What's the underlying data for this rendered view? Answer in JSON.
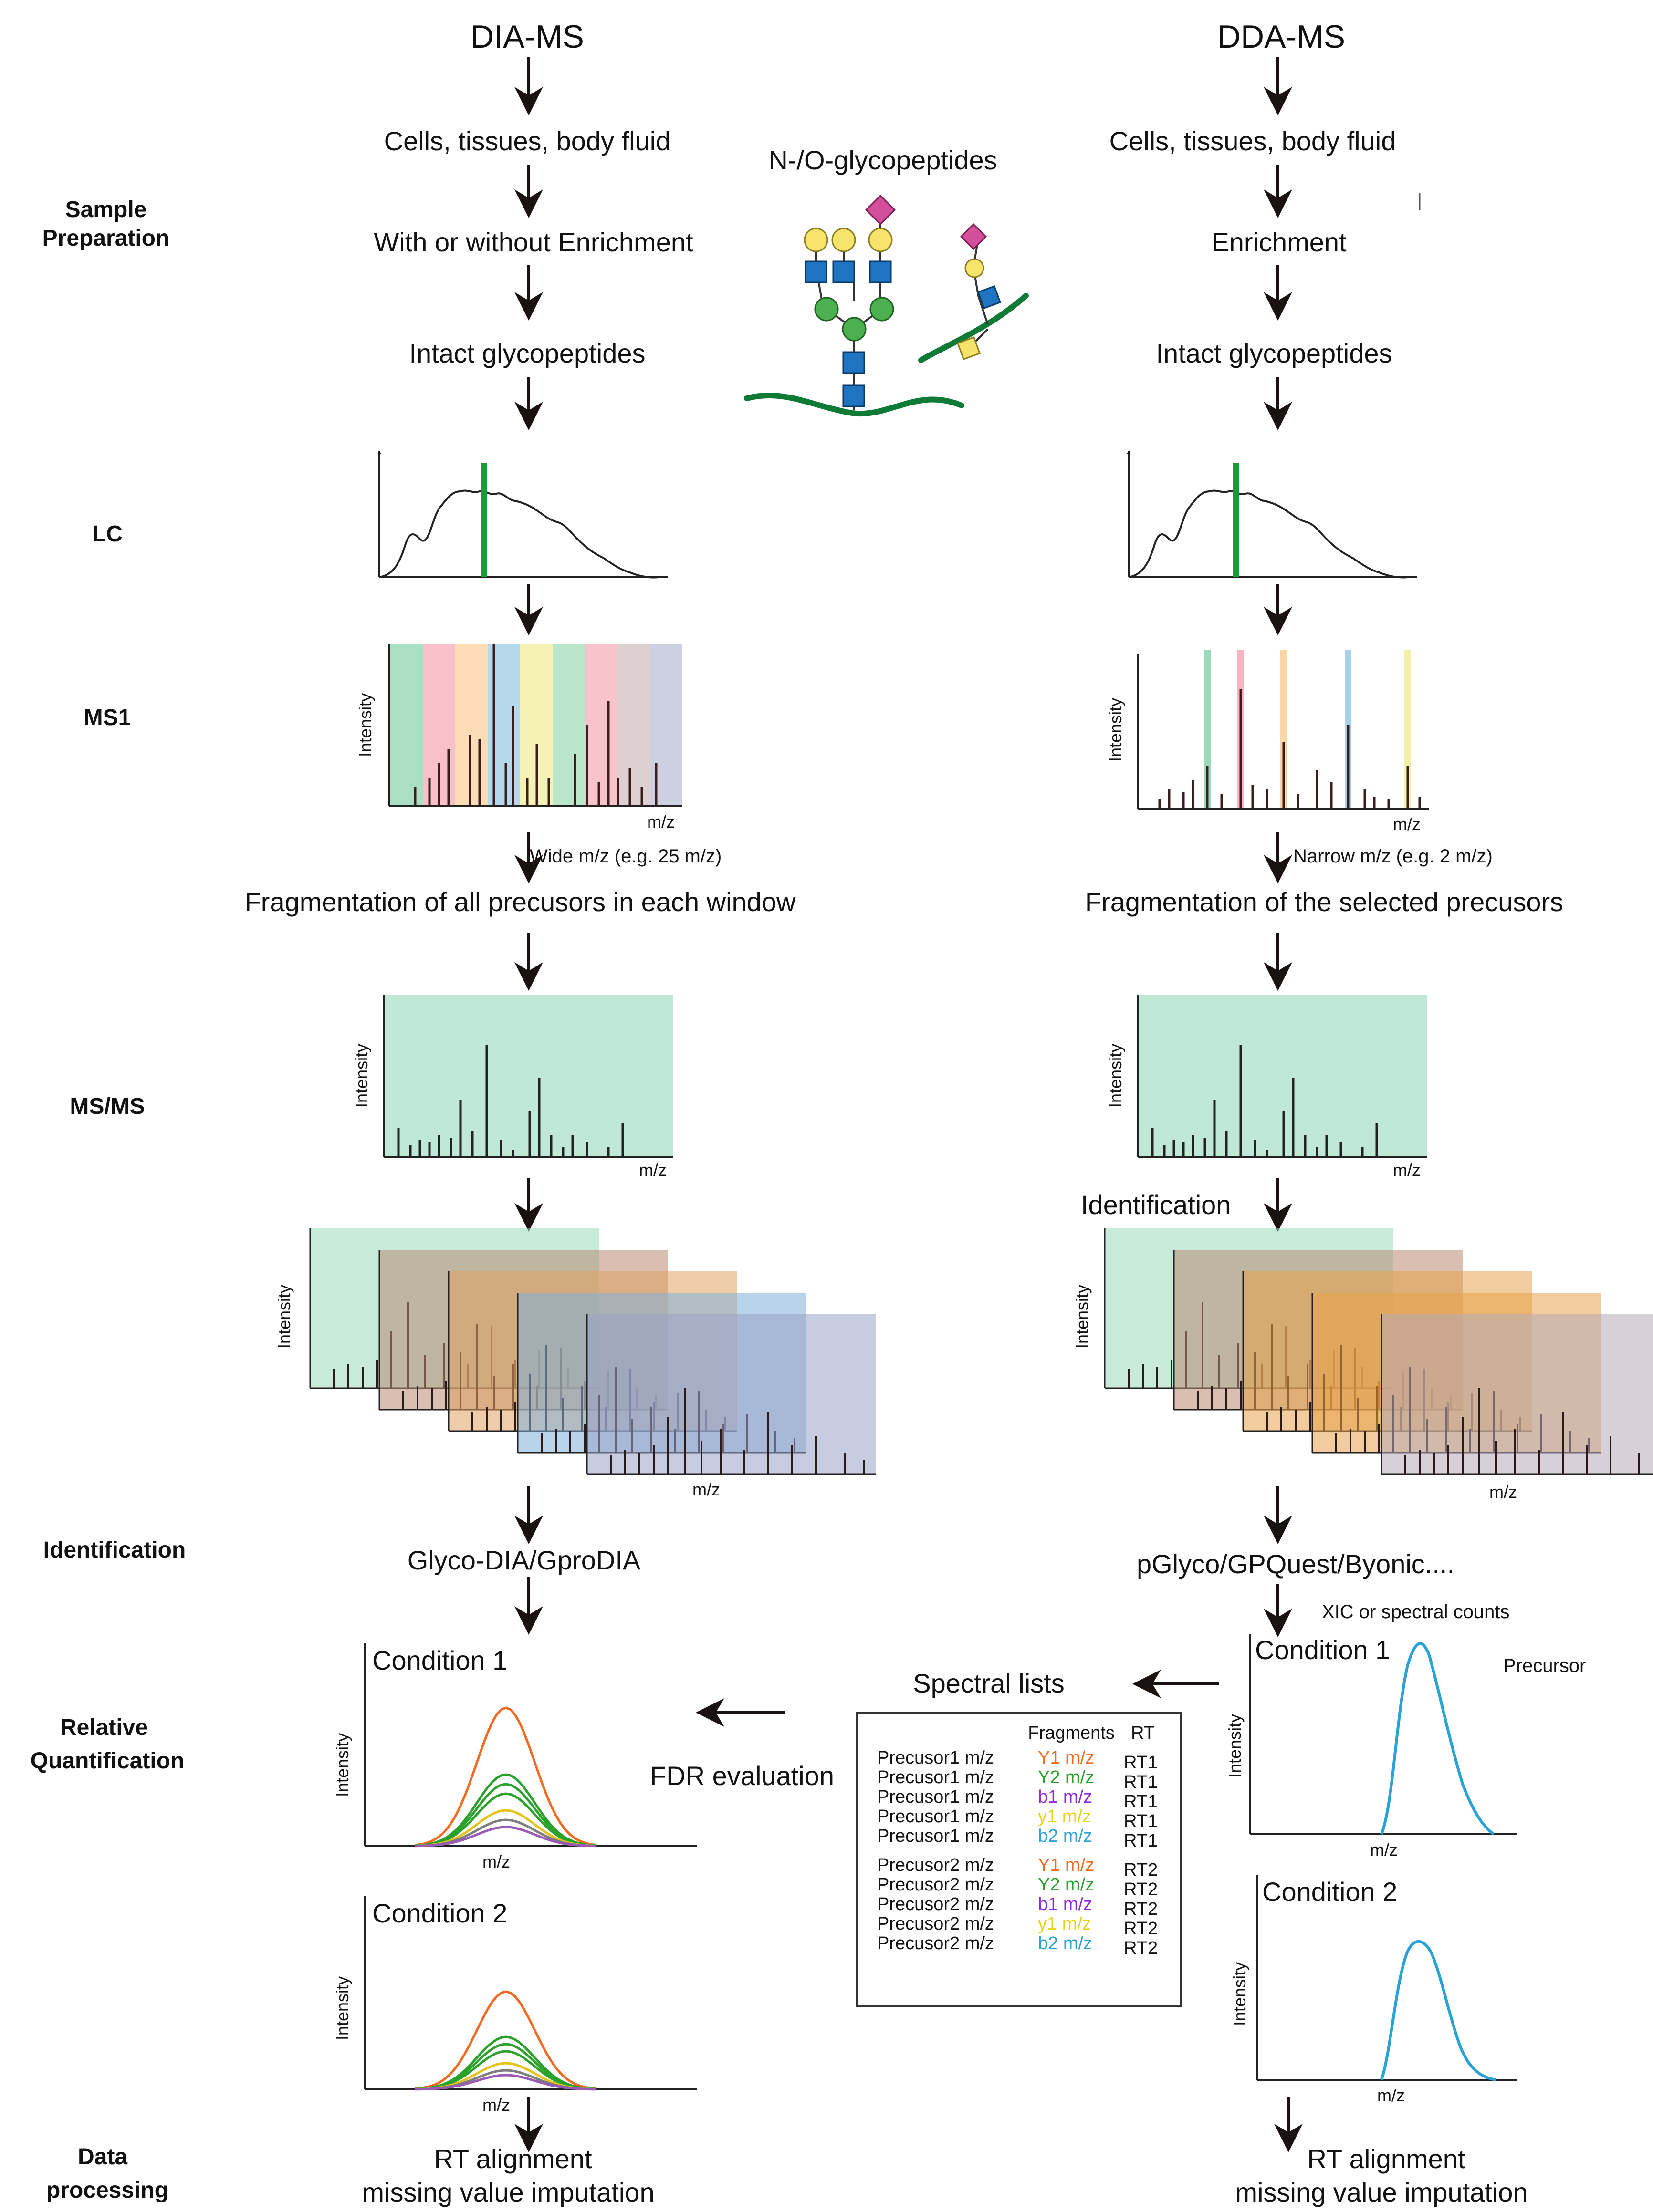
{
  "dia": {
    "title": "DIA-MS",
    "sample": "Cells, tissues, body fluid",
    "enrich": "With or without Enrichment",
    "intact": "Intact glycopeptides",
    "window_note": "Wide m/z (e.g. 25 m/z)",
    "fragmentation": "Fragmentation of all precusors in each window",
    "tool": "Glyco-DIA/GproDIA",
    "cond1": "Condition 1",
    "cond2": "Condition 2",
    "final_1": "RT alignment",
    "final_2": "missing value imputation"
  },
  "dda": {
    "title": "DDA-MS",
    "sample": "Cells, tissues, body fluid",
    "enrich": "Enrichment",
    "intact": "Intact glycopeptides",
    "window_note": "Narrow m/z (e.g. 2 m/z)",
    "fragmentation": "Fragmentation of the selected precusors",
    "identification": "Identification",
    "tool": "pGlyco/GPQuest/Byonic....",
    "xic_note": "XIC or spectral counts",
    "cond1": "Condition 1",
    "cond2": "Condition 2",
    "precursor": "Precursor",
    "final_1": "RT alignment",
    "final_2": "missing value imputation"
  },
  "stages": {
    "sample_1": "Sample",
    "sample_2": "Preparation",
    "lc": "LC",
    "ms1": "MS1",
    "msms": "MS/MS",
    "identification": "Identification",
    "relquant_1": "Relative",
    "relquant_2": "Quantification",
    "dataproc_1": "Data",
    "dataproc_2": "processing"
  },
  "glyco_title": "N-/O-glycopeptides",
  "axis": {
    "intensity": "Intensity",
    "mz": "m/z"
  },
  "spectral": {
    "title": "Spectral lists",
    "fdr": "FDR evaluation",
    "hdr_frag": "Fragments",
    "hdr_rt": "RT",
    "rows": [
      {
        "prec": "Precusor1 m/z",
        "frag": "Y1 m/z",
        "rt": "RT1",
        "color": "#f26b21"
      },
      {
        "prec": "Precusor1 m/z",
        "frag": "Y2 m/z",
        "rt": "RT1",
        "color": "#2aa12a"
      },
      {
        "prec": "Precusor1 m/z",
        "frag": "b1 m/z",
        "rt": "RT1",
        "color": "#8a2be2"
      },
      {
        "prec": "Precusor1 m/z",
        "frag": "y1 m/z",
        "rt": "RT1",
        "color": "#e6d21c"
      },
      {
        "prec": "Precusor1 m/z",
        "frag": "b2 m/z",
        "rt": "RT1",
        "color": "#29a3d6"
      },
      {
        "prec": "Precusor2 m/z",
        "frag": "Y1 m/z",
        "rt": "RT2",
        "color": "#f26b21"
      },
      {
        "prec": "Precusor2 m/z",
        "frag": "Y2 m/z",
        "rt": "RT2",
        "color": "#2aa12a"
      },
      {
        "prec": "Precusor2 m/z",
        "frag": "b1 m/z",
        "rt": "RT2",
        "color": "#8a2be2"
      },
      {
        "prec": "Precusor2 m/z",
        "frag": "y1 m/z",
        "rt": "RT2",
        "color": "#e6d21c"
      },
      {
        "prec": "Precusor2 m/z",
        "frag": "b2 m/z",
        "rt": "RT2",
        "color": "#29a3d6"
      }
    ]
  },
  "colors": {
    "window_fills": [
      "#9ad9b9",
      "#f8b5c0",
      "#fbd7a8",
      "#a7d2ea",
      "#f3f0a8",
      "#aee3c3",
      "#f7b8c2",
      "#d8c8c8",
      "#c6c8dc"
    ],
    "ms2_fill": "#bfe8d7",
    "lc_marker": "#1b9a3a",
    "peptide": "#0d7a35",
    "hexnac": "#1f74c1",
    "man": "#4caf50",
    "gal": "#f6e36b",
    "neuac": "#d44f9b",
    "quant_orange": "#f26b21",
    "quant_green": "#2aa12a",
    "quant_yellow": "#e6c31c",
    "dda_curve": "#29a3d6"
  }
}
